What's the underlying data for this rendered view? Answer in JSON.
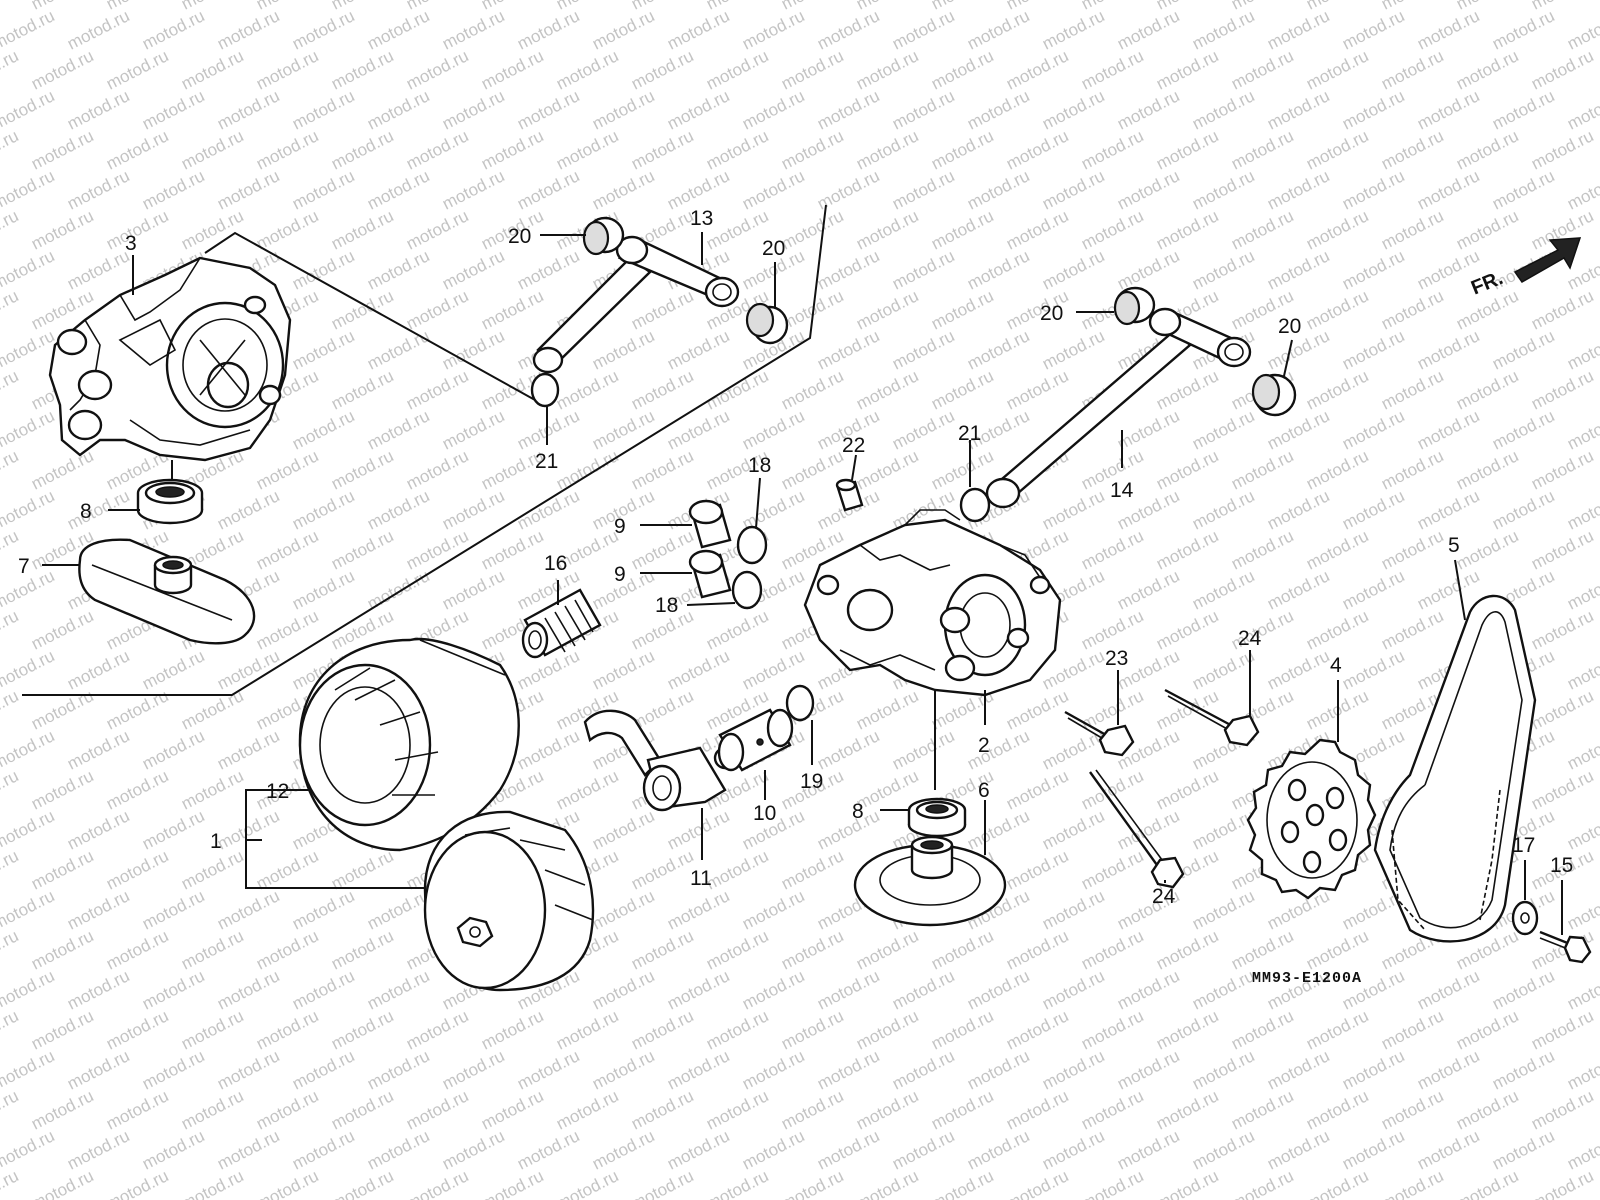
{
  "watermark": "motod.ru",
  "diagram_code": "MM93-E1200A",
  "front_indicator": "FR.",
  "callouts": {
    "c1": "1",
    "c2": "2",
    "c3": "3",
    "c4": "4",
    "c5": "5",
    "c6": "6",
    "c7": "7",
    "c8a": "8",
    "c8b": "8",
    "c9a": "9",
    "c9b": "9",
    "c10": "10",
    "c11": "11",
    "c12": "12",
    "c13": "13",
    "c14": "14",
    "c15": "15",
    "c16": "16",
    "c17": "17",
    "c18a": "18",
    "c18b": "18",
    "c19": "19",
    "c20a": "20",
    "c20b": "20",
    "c20c": "20",
    "c20d": "20",
    "c21a": "21",
    "c21b": "21",
    "c22": "22",
    "c23": "23",
    "c24a": "24",
    "c24b": "24"
  }
}
